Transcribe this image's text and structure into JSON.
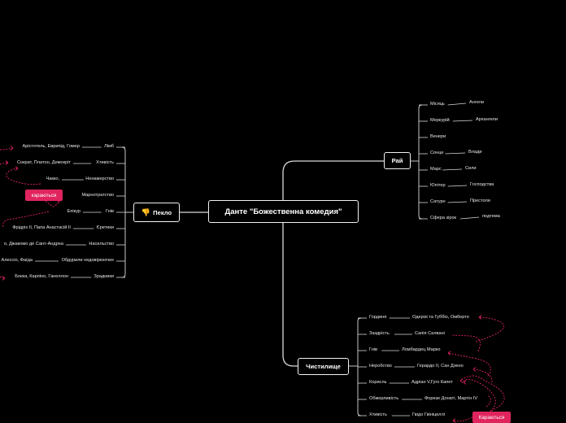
{
  "root": {
    "title": "Данте \"Божественна комедия\""
  },
  "branches": {
    "hell": {
      "title": "Пекло",
      "icon": "thumbs-down-icon"
    },
    "paradise": {
      "title": "Рай"
    },
    "purgatory": {
      "title": "Чистилище"
    }
  },
  "paradise_items": [
    {
      "label": "Місяць",
      "detail": "Ангели"
    },
    {
      "label": "Меркурій",
      "detail": "Архангели"
    },
    {
      "label": "Венери",
      "detail": ""
    },
    {
      "label": "Сонце",
      "detail": "Влади"
    },
    {
      "label": "Марс",
      "detail": "Сили"
    },
    {
      "label": "Юпітер",
      "detail": "Господства"
    },
    {
      "label": "Сатурн",
      "detail": "Престоли"
    },
    {
      "label": "Сфера зірок",
      "detail": "подтема"
    }
  ],
  "hell_items": [
    {
      "label": "Лімб",
      "detail": "Арістотель, Еврипід, Гомер"
    },
    {
      "label": "Хтивість",
      "detail": "Сократ, Платон, Демокріт"
    },
    {
      "label": "Ненажерство",
      "detail": "Чакко,"
    },
    {
      "label": "Марнотратство",
      "detail": ""
    },
    {
      "label": "Гнів",
      "detail": "Епікур"
    },
    {
      "label": "Єретики",
      "detail": "Фрідріх ІІ, Папа Анастасій ІІ"
    },
    {
      "label": "Насильство",
      "detail": "о, Джакомо де Сант-Андреа"
    },
    {
      "label": "Обдурили недовірюючих",
      "detail": "Алессіо, Фаїда"
    },
    {
      "label": "Зрадники",
      "detail": "Бокка, Карпіно, Ганеллон"
    }
  ],
  "purgatory_items": [
    {
      "label": "Гординя",
      "detail": "Одерізі та Губбіо, Омберто"
    },
    {
      "label": "Заздрість",
      "detail": "Сапія Салвані"
    },
    {
      "label": "Гнів",
      "detail": "Ломбардец Марко"
    },
    {
      "label": "Неробство",
      "detail": "Герардо ІІ, Сан Дзено"
    },
    {
      "label": "Корисль",
      "detail": "Адріан V,Гуго Капет"
    },
    {
      "label": "Обжерливість",
      "detail": "Форезе Донаті, Мартін IV"
    },
    {
      "label": "Хтивість",
      "detail": "Гвідо Гвініцеллі"
    }
  ],
  "tags": {
    "hell": "караються",
    "purgatory": "Караються"
  },
  "colors": {
    "accent": "#e0245e",
    "line": "#d9d9d9"
  }
}
